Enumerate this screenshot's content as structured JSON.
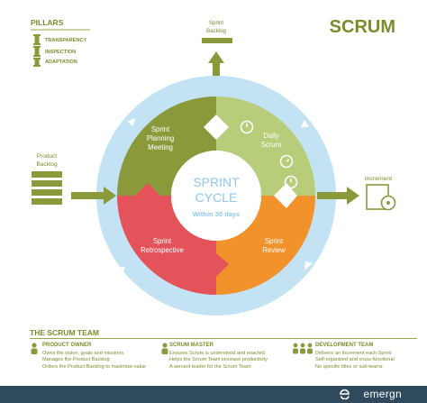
{
  "title": "SCRUM",
  "pillars": {
    "heading": "PILLARS",
    "items": [
      "TRANSPARENCY",
      "INSPECTION",
      "ADAPTATION"
    ]
  },
  "cycle": {
    "center_title_line1": "SPRINT",
    "center_title_line2": "CYCLE",
    "center_subtitle": "Within 30 days",
    "segments": [
      {
        "lines": [
          "Sprint",
          "Planning",
          "Meeting"
        ],
        "color": "#8a9a3b"
      },
      {
        "lines": [
          "Daily",
          "Scrum"
        ],
        "color": "#b7cd7a"
      },
      {
        "lines": [
          "Sprint",
          "Review"
        ],
        "color": "#f2922b"
      },
      {
        "lines": [
          "Sprint",
          "Retrospective"
        ],
        "color": "#e4525a"
      }
    ],
    "outer_ring_color": "#c3e3f4"
  },
  "inputs": {
    "product_backlog": [
      "Product",
      "Backlog"
    ],
    "sprint_backlog": [
      "Sprint",
      "Backlog"
    ],
    "increment": "Increment"
  },
  "team": {
    "heading": "THE SCRUM TEAM",
    "columns": [
      {
        "title": "PRODUCT OWNER",
        "icon": "person-icon",
        "lines": [
          "Owns the vision, goals and missions",
          "Manages the Product Backlog",
          "Orders the Product Backlog to maximise value"
        ]
      },
      {
        "title": "SCRUM MASTER",
        "icon": "person-icon",
        "lines": [
          "Ensures Scrum is understood and enacted",
          "Helps the Scrum Team increase productivity",
          "A servant leader for the Scrum Team"
        ]
      },
      {
        "title": "DEVELOPMENT TEAM",
        "icon": "group-icon",
        "lines": [
          "Delivers an Increment each Sprint",
          "Self-organised and cross-functional",
          "No specific titles or sub-teams"
        ]
      }
    ]
  },
  "footer": {
    "brand": "emergn"
  },
  "colors": {
    "accent": "#7a8c2a",
    "footer_bg": "#2f4a5c"
  }
}
